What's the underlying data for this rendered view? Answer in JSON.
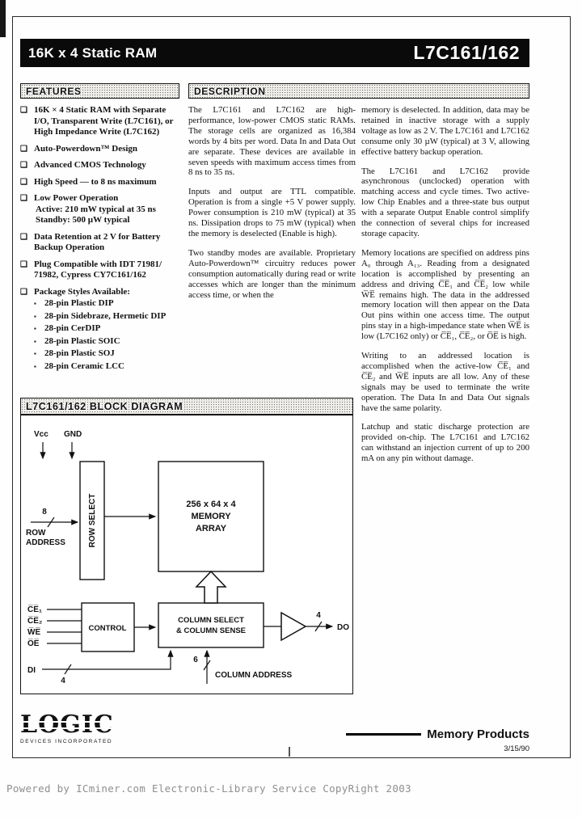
{
  "header": {
    "product_family": "16K x 4 Static RAM",
    "part_number": "L7C161/162"
  },
  "features": {
    "title": "FEATURES",
    "items": [
      {
        "text": "16K × 4 Static RAM with Separate I/O, Transparent Write (L7C161), or High Impedance Write (L7C162)"
      },
      {
        "text": "Auto-Powerdown™ Design"
      },
      {
        "text": "Advanced CMOS Technology"
      },
      {
        "text": "High Speed — to 8 ns maximum"
      },
      {
        "text": "Low Power Operation",
        "lines": [
          "Active: 210 mW typical at 35 ns",
          "Standby: 500 µW typical"
        ]
      },
      {
        "text": "Data Retention at 2 V for Battery Backup Operation"
      },
      {
        "text": "Plug Compatible with IDT 71981/ 71982, Cypress CY7C161/162"
      },
      {
        "text": "Package Styles Available:",
        "subitems": [
          "28-pin Plastic DIP",
          "28-pin Sidebraze, Hermetic DIP",
          "28-pin CerDIP",
          "28-pin Plastic SOIC",
          "28-pin Plastic SOJ",
          "28-pin Ceramic LCC"
        ]
      }
    ]
  },
  "description": {
    "title": "DESCRIPTION",
    "col1": [
      "The L7C161 and L7C162 are high-performance, low-power CMOS static RAMs. The storage cells are organized as 16,384 words by 4 bits per word. Data In and Data Out are separate. These devices are available in seven speeds with maximum access times from 8 ns to 35 ns.",
      "Inputs and output are TTL compatible. Operation is from a single +5 V power supply. Power consumption is 210 mW (typical) at 35 ns. Dissipation drops to 75 mW (typical) when the memory is deselected (Enable is high).",
      "Two standby modes are available. Proprietary Auto-Powerdown™ circuitry reduces power consumption automatically during read or write accesses which are longer than the minimum access time, or when the"
    ],
    "col2": [
      "memory is deselected. In addition, data may be retained in inactive storage with a supply voltage as low as 2 V. The L7C161 and L7C162 consume only 30 µW (typical) at 3 V, allowing effective battery backup operation.",
      "The L7C161 and L7C162 provide asynchronous (unclocked) operation with matching access and cycle times. Two active-low Chip Enables and a three-state bus output with a separate Output Enable control simplify the connection of several chips for increased storage capacity.",
      "Memory locations are specified on address pins A₀ through A₁₃. Reading from a designated location is accomplished by presenting an address and driving C̅E̅₁ and C̅E̅₂ low while W̅E̅ remains high. The data in the addressed memory location will then appear on the Data Out pins within one access time. The output pins stay in a high-impedance state when W̅E̅ is low (L7C162 only) or C̅E̅₁, C̅E̅₂, or O̅E̅ is high.",
      "Writing to an addressed location is accomplished when the active-low C̅E̅₁ and C̅E̅₂ and W̅E̅ inputs are all low. Any of these signals may be used to terminate the write operation. The Data In and Data Out signals have the same polarity.",
      "Latchup and static discharge protection are provided on-chip. The L7C161 and L7C162 can withstand an injection current of up to 200 mA on any pin without damage."
    ]
  },
  "diagram": {
    "title": "L7C161/162 BLOCK DIAGRAM",
    "vcc": "Vcc",
    "gnd": "GND",
    "row_select": "ROW SELECT",
    "memory_line1": "256 x 64 x 4",
    "memory_line2": "MEMORY",
    "memory_line3": "ARRAY",
    "row_address_line1": "ROW",
    "row_address_line2": "ADDRESS",
    "row_bus_width": "8",
    "control": "CONTROL",
    "ce1": "C̅E̅₁",
    "ce2": "C̅E̅₂",
    "we": "W̅E̅",
    "oe": "O̅E̅",
    "di": "DI",
    "di_bus_width": "4",
    "column_select_line1": "COLUMN SELECT",
    "column_select_line2": "& COLUMN SENSE",
    "column_address": "COLUMN ADDRESS",
    "column_bus_width": "6",
    "do_label": "DO",
    "do_bus_width": "4"
  },
  "footer": {
    "logo": "LOGIC",
    "logo_sub": "DEVICES INCORPORATED",
    "division": "Memory Products",
    "date": "3/15/90",
    "copyright": "Powered by ICminer.com Electronic-Library Service CopyRight 2003"
  }
}
